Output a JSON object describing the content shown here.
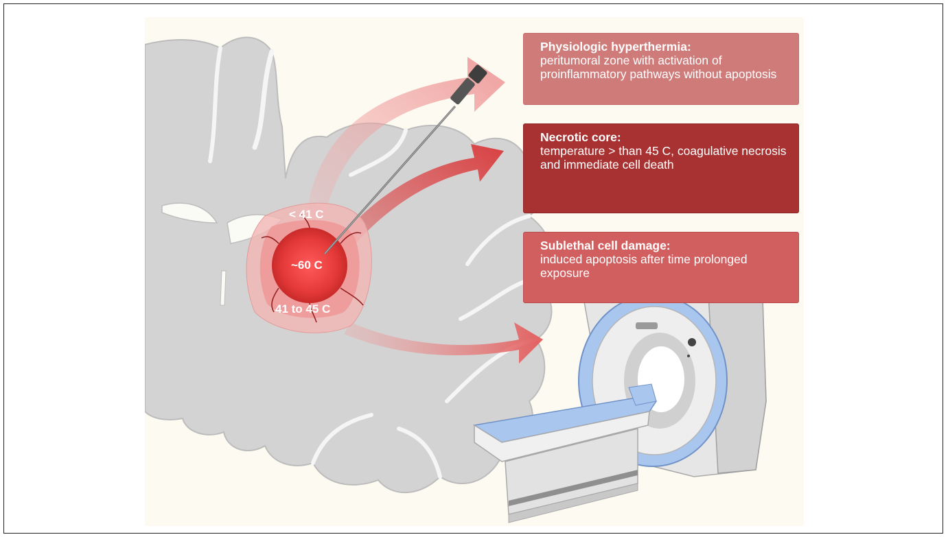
{
  "zones": [
    {
      "label": "< 41 C"
    },
    {
      "label": "~60 C"
    },
    {
      "label": "41 to 45 C"
    }
  ],
  "boxes": [
    {
      "heading": "Physiologic hyperthermia:",
      "text": "peritumoral zone with activation of proinflammatory pathways without apoptosis",
      "color": "#cf7b7a"
    },
    {
      "heading": "Necrotic core:",
      "text": "temperature > than 45 C, coagulative necrosis and immediate cell death",
      "color": "#a83232"
    },
    {
      "heading": "Sublethal cell damage:",
      "text": "induced apoptosis after time prolonged exposure",
      "color": "#d15f60"
    }
  ],
  "colors": {
    "brain": "#d4d4d4",
    "tumor_core": "#e83d3d",
    "mri_blue": "#a9c6ef"
  }
}
